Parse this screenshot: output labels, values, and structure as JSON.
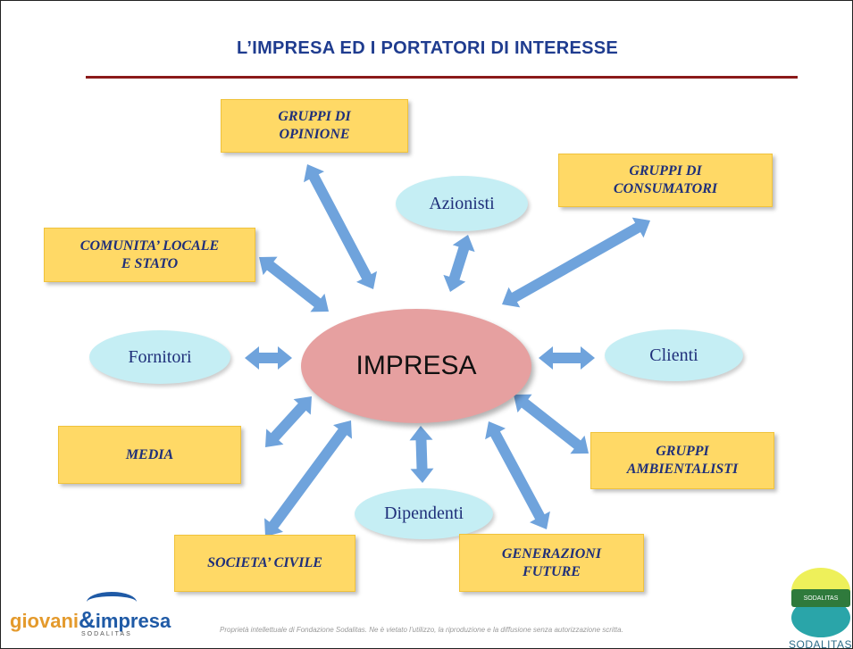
{
  "slide": {
    "title": "L’IMPRESA  ED I PORTATORI DI INTERESSE",
    "center": "IMPRESA"
  },
  "stakeholders": {
    "gruppi_opinione": [
      "GRUPPI DI",
      "OPINIONE"
    ],
    "azionisti": "Azionisti",
    "gruppi_consumatori": [
      "GRUPPI DI",
      "CONSUMATORI"
    ],
    "comunita": [
      "COMUNITA’ LOCALE",
      "E STATO"
    ],
    "fornitori": "Fornitori",
    "clienti": "Clienti",
    "media": "MEDIA",
    "gruppi_ambientalisti": [
      "GRUPPI",
      "AMBIENTALISTI"
    ],
    "dipendenti": "Dipendenti",
    "societa_civile": "SOCIETA’ CIVILE",
    "generazioni_future": [
      "GENERAZIONI",
      "FUTURE"
    ]
  },
  "footer": {
    "text": "Proprietà intellettuale di Fondazione Sodalitas. Ne è vietato l’utilizzo, la riproduzione e la diffusione senza autorizzazione scritta."
  },
  "logos": {
    "left_word_1": "giovani",
    "left_amp": "&",
    "left_word_2": "impresa",
    "left_sub": "SODALITAS",
    "right_band": "SODALITAS",
    "right_word": "SODALITAS"
  },
  "colors": {
    "title": "#1f3c8f",
    "rule": "#8b1a1a",
    "box_fill": "#ffd966",
    "ellipse_fill": "#c5eef4",
    "center_fill": "#e6a0a0",
    "arrow": "#6fa3dc"
  }
}
